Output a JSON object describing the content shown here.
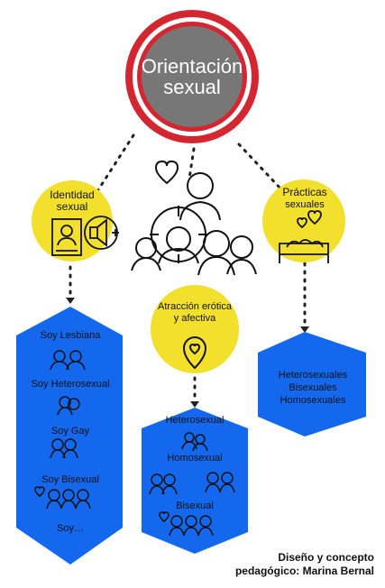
{
  "center": {
    "line1": "Orientación",
    "line2": "sexual"
  },
  "identity": {
    "line1": "Identidad",
    "line2": "sexual"
  },
  "practices": {
    "line1": "Prácticas",
    "line2": "sexuales"
  },
  "attraction": {
    "line1": "Atracción erótica",
    "line2": "y afectiva"
  },
  "identity_list": [
    "Soy Lesbiana",
    "Soy Heterosexual",
    "Soy Gay",
    "Soy Bisexual",
    "Soy…"
  ],
  "attraction_list": [
    "Heterosexual",
    "Homosexual",
    "Bisexual"
  ],
  "practices_list": [
    "Heterosexuales",
    "Bisexuales",
    "Homosexuales"
  ],
  "credit": {
    "line1": "Diseño y concepto",
    "line2": "pedagógico: Marina Bernal"
  },
  "colors": {
    "yellow": "#f2e02c",
    "blue": "#1468ee",
    "red": "#d42630",
    "grey": "#7a7a7a"
  },
  "icons": [
    "heart-icon",
    "person-icon",
    "certificate-icon",
    "speaker-icon",
    "bed-icon",
    "couple-icon"
  ]
}
